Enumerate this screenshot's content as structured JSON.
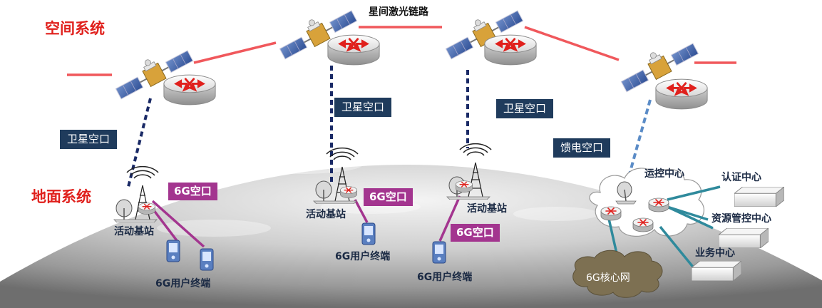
{
  "labels": {
    "space_system": "空间系统",
    "ground_system": "地面系统",
    "inter_satellite_laser_link": "星间激光链路",
    "satellite_air_interface": "卫星空口",
    "feeder_air_interface": "馈电空口",
    "air_interface_6g": "6G空口",
    "active_base_station": "活动基站",
    "user_terminal_6g": "6G用户终端",
    "operation_control_center": "运控中心",
    "authentication_center": "认证中心",
    "resource_management_center": "资源管控中心",
    "service_center": "业务中心",
    "core_network_6g": "6G核心网"
  },
  "colors": {
    "title_red": "#e0201c",
    "laser_link": "#f0585c",
    "navy_box": "#1f3b5c",
    "magenta_box": "#a3358f",
    "feeder_dash": "#5b8cc7",
    "teal_link": "#2f8a9c",
    "ue_link": "#a3358f"
  }
}
